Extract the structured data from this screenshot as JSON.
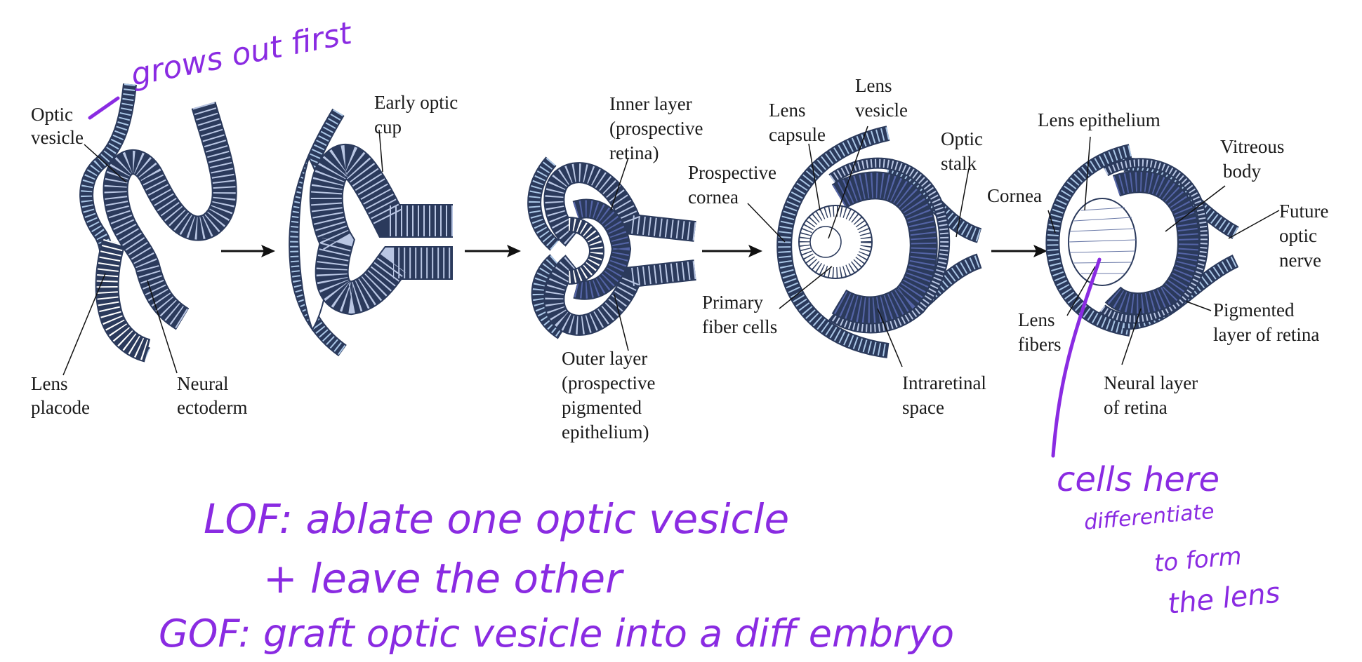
{
  "colors": {
    "light_epithelium": "#b9c6e3",
    "dark_epithelium": "#5464a6",
    "cornea": "#aac6e6",
    "lens": "#ffffff",
    "outline": "#2b3a5c",
    "annotation": "#8a2be2",
    "arrow": "#111111"
  },
  "stages": {
    "s1": {
      "optic_vesicle": "Optic vesicle",
      "lens_placode": "Lens placode",
      "neural_ectoderm": "Neural ectoderm"
    },
    "s2": {
      "early_optic_cup": "Early optic cup"
    },
    "s3": {
      "inner_layer": "Inner layer (prospective retina)",
      "outer_layer": "Outer layer (prospective pigmented epithelium)"
    },
    "s4": {
      "lens_capsule": "Lens capsule",
      "lens_vesicle": "Lens vesicle",
      "optic_stalk": "Optic stalk",
      "prospective_cornea": "Prospective cornea",
      "primary_fiber_cells": "Primary fiber cells",
      "intraretinal_space": "Intraretinal space"
    },
    "s5": {
      "lens_epithelium": "Lens epithelium",
      "vitreous_body": "Vitreous body",
      "cornea": "Cornea",
      "future_optic_nerve": "Future optic nerve",
      "lens_fibers": "Lens fibers",
      "pigmented_layer": "Pigmented layer of retina",
      "neural_layer": "Neural layer of retina"
    }
  },
  "annotations": {
    "grows_out_first": "grows out first",
    "lof": "LOF: ablate one optic vesicle",
    "lof_cont": "+ leave the other",
    "gof": "GOF: graft optic vesicle into a diff embryo",
    "cells_here_1": "cells here",
    "cells_here_2": "differentiate",
    "cells_here_3": "to form",
    "cells_here_4": "the lens"
  }
}
